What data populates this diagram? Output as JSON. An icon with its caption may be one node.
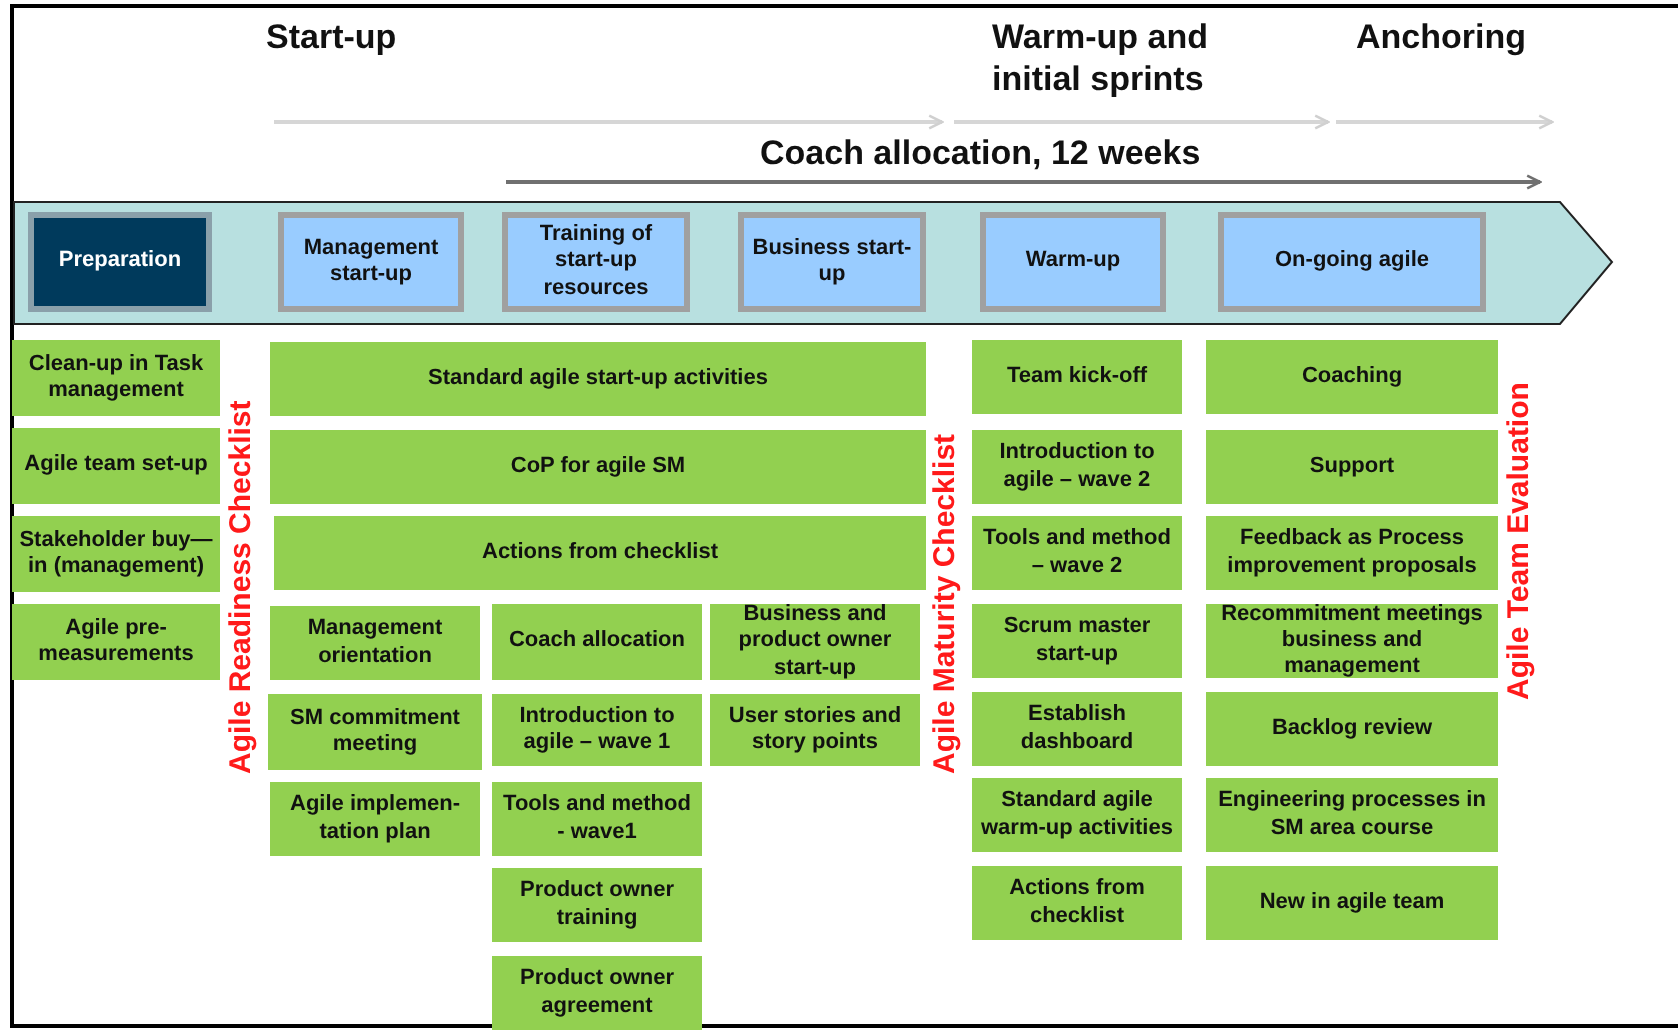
{
  "diagram": {
    "nodes": [
      {
        "text": [
          "Preparation"
        ]
      },
      {
        "text": [
          "Management start-up"
        ]
      },
      {
        "text": [
          "Training of start-up resources"
        ]
      },
      {
        "text": [
          "Business start-up"
        ]
      },
      {
        "text": [
          "Warm-up"
        ]
      },
      {
        "text": [
          "On-going agile"
        ]
      },
      {
        "text": [
          "Clean-up in Task management"
        ]
      },
      {
        "text": [
          "Agile team set-up"
        ]
      },
      {
        "text": [
          "Stakeholder buy—in (management)"
        ]
      },
      {
        "text": [
          "Agile pre-measurements"
        ]
      },
      {
        "text": [
          "Standard agile start-up activities"
        ]
      },
      {
        "text": [
          "CoP for agile SM"
        ]
      },
      {
        "text": [
          "Actions from checklist"
        ]
      },
      {
        "text": [
          "Management orientation"
        ]
      },
      {
        "text": [
          "SM commitment meeting"
        ]
      },
      {
        "text": [
          "Agile implemen-tation plan"
        ]
      },
      {
        "text": [
          "Coach allocation"
        ]
      },
      {
        "text": [
          "Introduction to agile – wave 1"
        ]
      },
      {
        "text": [
          "Tools and method - wave1"
        ]
      },
      {
        "text": [
          "Product owner training"
        ]
      },
      {
        "text": [
          "Product owner agreement"
        ]
      },
      {
        "text": [
          "Business and product owner start-up"
        ]
      },
      {
        "text": [
          "User stories and story points"
        ]
      },
      {
        "text": [
          "Team kick-off"
        ]
      },
      {
        "text": [
          "Introduction to agile – wave 2"
        ]
      },
      {
        "text": [
          "Tools and method – wave 2"
        ]
      },
      {
        "text": [
          "Scrum master start-up"
        ]
      },
      {
        "text": [
          "Establish dashboard"
        ]
      },
      {
        "text": [
          "Standard agile warm-up activities"
        ]
      },
      {
        "text": [
          "Actions from checklist"
        ]
      },
      {
        "text": [
          "Coaching"
        ]
      },
      {
        "text": [
          "Support"
        ]
      },
      {
        "text": [
          "Feedback as Process improvement proposals"
        ]
      },
      {
        "text": [
          "Recommitment meetings business and management"
        ]
      },
      {
        "text": [
          "Backlog review"
        ]
      },
      {
        "text": [
          "Engineering processes in SM area course"
        ]
      },
      {
        "text": [
          "New in agile team"
        ]
      }
    ],
    "labels": [
      "Start-up",
      "Warm-up and initial sprints",
      "Anchoring",
      "Coach allocation, 12 weeks",
      "Agile Readiness Checklist",
      "Agile Maturity Checklist",
      "Agile Team Evaluation"
    ]
  }
}
